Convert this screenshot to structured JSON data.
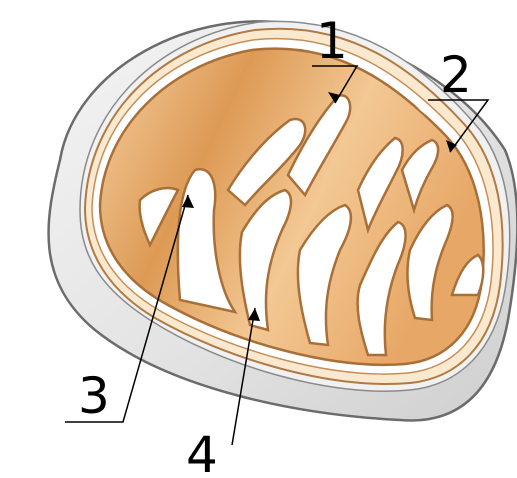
{
  "labels": [
    {
      "id": "label-1",
      "text": "1"
    },
    {
      "id": "label-2",
      "text": "2"
    },
    {
      "id": "label-3",
      "text": "3"
    },
    {
      "id": "label-4",
      "text": "4"
    }
  ],
  "colors": {
    "outer_shell": "#e6e6e6",
    "shell_edge": "#6b6b6b",
    "membrane_fill": "#fdf0dc",
    "membrane_stroke": "#b07a45",
    "matrix_light": "#f7dcb8",
    "matrix_dark": "#d98a3d",
    "intermembrane": "#ffffff",
    "leader_line": "#000000"
  },
  "icons": [
    "mitochondrion-diagram"
  ]
}
